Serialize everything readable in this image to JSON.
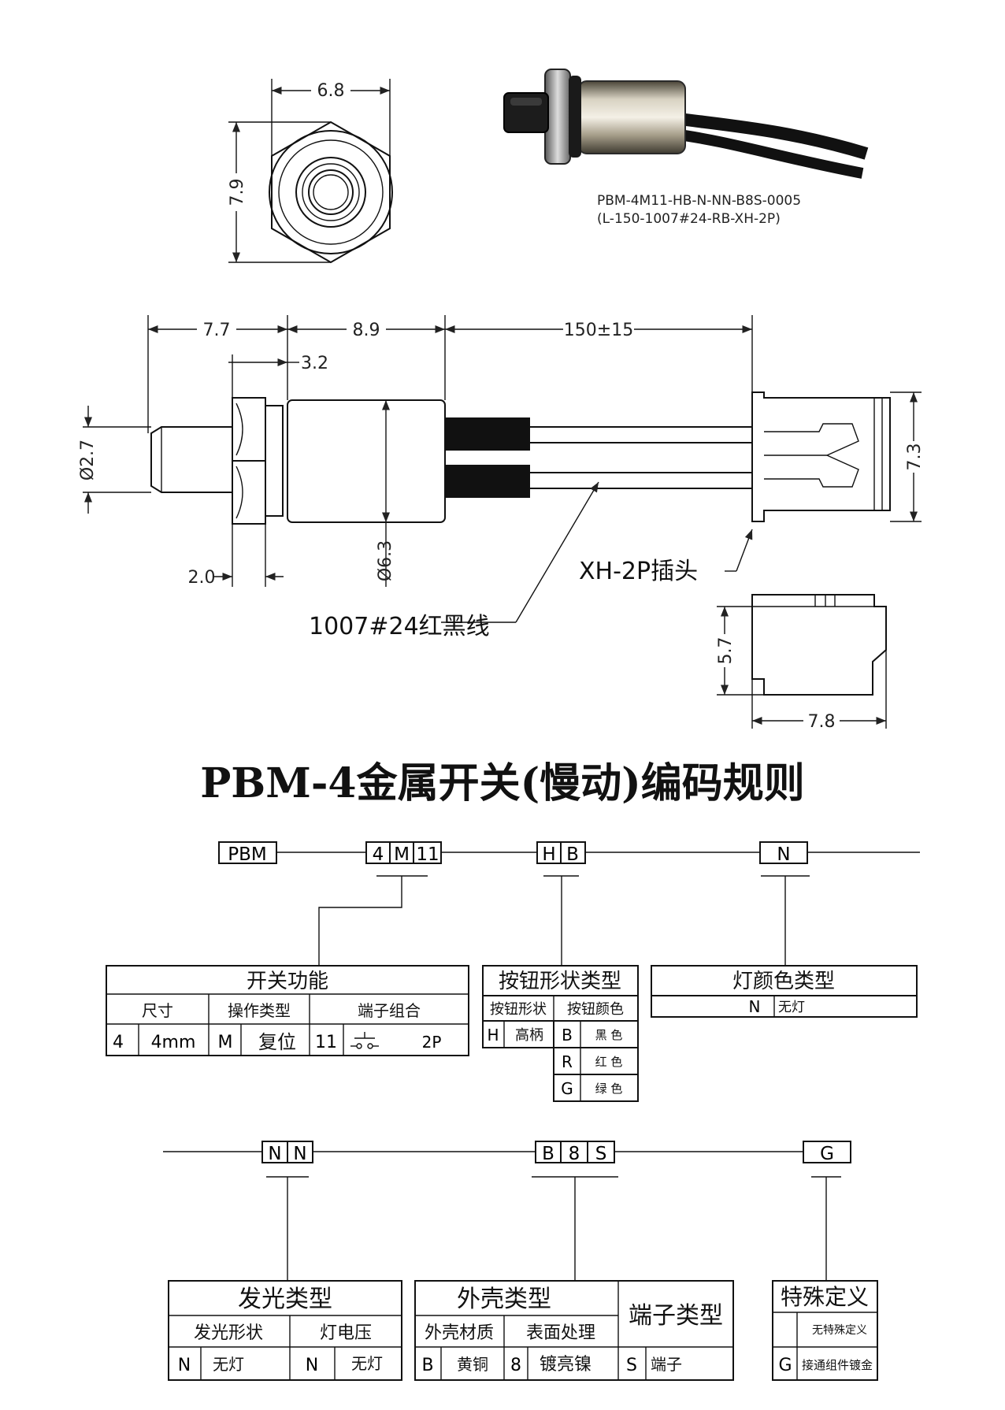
{
  "drawing": {
    "hex_width": "6.8",
    "hex_height": "7.9",
    "plunger_length": "7.7",
    "body_length": "8.9",
    "cable_length": "150±15",
    "nut_thickness": "3.2",
    "plunger_diameter": "Ø2.7",
    "body_diameter": "Ø6.3",
    "nut_offset": "2.0",
    "connector_height": "7.3",
    "connector_side_height": "5.7",
    "connector_side_width": "7.8",
    "connector_label": "XH-2P插头",
    "wire_label": "1007#24红黑线",
    "photo_caption_line1": "PBM-4M11-HB-N-NN-B8S-0005",
    "photo_caption_line2": "(L-150-1007#24-RB-XH-2P)"
  },
  "title": "PBM-4金属开关(慢动)编码规则",
  "code_row1": {
    "prefix": "PBM",
    "size_code": "4",
    "op_code": "M",
    "terminal_code": "11",
    "btn_shape_code": "H",
    "btn_color_code": "B",
    "light_code": "N"
  },
  "switch_function": {
    "title": "开关功能",
    "col_size": "尺寸",
    "col_op": "操作类型",
    "col_term": "端子组合",
    "size_code": "4",
    "size_value": "4mm",
    "op_code": "M",
    "op_value": "复位",
    "term_code": "11",
    "term_value": "2P"
  },
  "button": {
    "title": "按钮形状类型",
    "col_shape": "按钮形状",
    "col_color": "按钮颜色",
    "shape_code": "H",
    "shape_value": "高柄",
    "colors": [
      {
        "code": "B",
        "name": "黑 色"
      },
      {
        "code": "R",
        "name": "红 色"
      },
      {
        "code": "G",
        "name": "绿 色"
      }
    ]
  },
  "light_color": {
    "title": "灯颜色类型",
    "code": "N",
    "value": "无灯"
  },
  "code_row2": {
    "light_shape_code": "N",
    "light_voltage_code": "N",
    "material_code": "B",
    "surface_code": "8",
    "terminal_type_code": "S",
    "special_code": "G"
  },
  "light_type": {
    "title": "发光类型",
    "col_shape": "发光形状",
    "col_voltage": "灯电压",
    "shape_code": "N",
    "shape_value": "无灯",
    "voltage_code": "N",
    "voltage_value": "无灯"
  },
  "housing": {
    "title": "外壳类型",
    "col_material": "外壳材质",
    "col_surface": "表面处理",
    "material_code": "B",
    "material_value": "黄铜",
    "surface_code": "8",
    "surface_value": "镀亮镍"
  },
  "terminal_type": {
    "title": "端子类型",
    "code": "S",
    "value": "端子"
  },
  "special": {
    "title": "特殊定义",
    "row1_value": "无特殊定义",
    "row2_code": "G",
    "row2_value": "接通组件镀金"
  }
}
